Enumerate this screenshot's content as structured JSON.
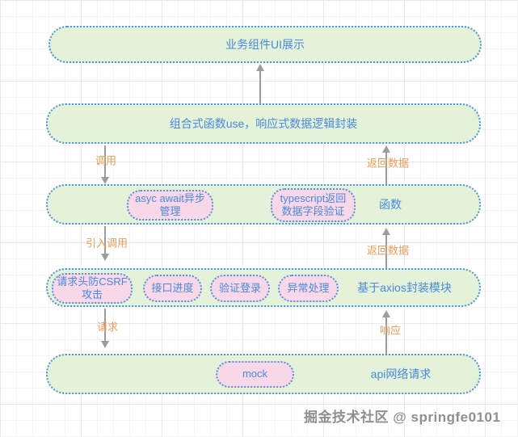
{
  "boxes": {
    "ui": {
      "title": "业务组件UI展示"
    },
    "use": {
      "title": "组合式函数use，响应式数据逻辑封装"
    },
    "fn": {
      "title": "函数",
      "bubble_async": "asyc await异步\n管理",
      "bubble_ts": "typescript返回\n数据字段验证"
    },
    "axios": {
      "title": "基于axios封装模块",
      "bubble_csrf": "请求头防CSRF\n攻击",
      "bubble_progress": "接口进度",
      "bubble_login": "验证登录",
      "bubble_error": "异常处理"
    },
    "api": {
      "title": "api网络请求",
      "bubble_mock": "mock"
    }
  },
  "edge_labels": {
    "call": "调用",
    "return_data_1": "返回数据",
    "import_call": "引入调用",
    "return_data_2": "返回数据",
    "request": "请求",
    "response": "响应"
  },
  "watermark": "掘金技术社区 @ springfe0101",
  "colors": {
    "box_fill": "#e3f2d9",
    "bubble_fill": "#f8d7e8",
    "dotted_border_blue": "#4e94d9",
    "text_blue": "#4a89dc",
    "label_orange": "#f19a58",
    "arrow_gray": "#9c9c9c",
    "watermark_gray": "#8f8f8f"
  }
}
